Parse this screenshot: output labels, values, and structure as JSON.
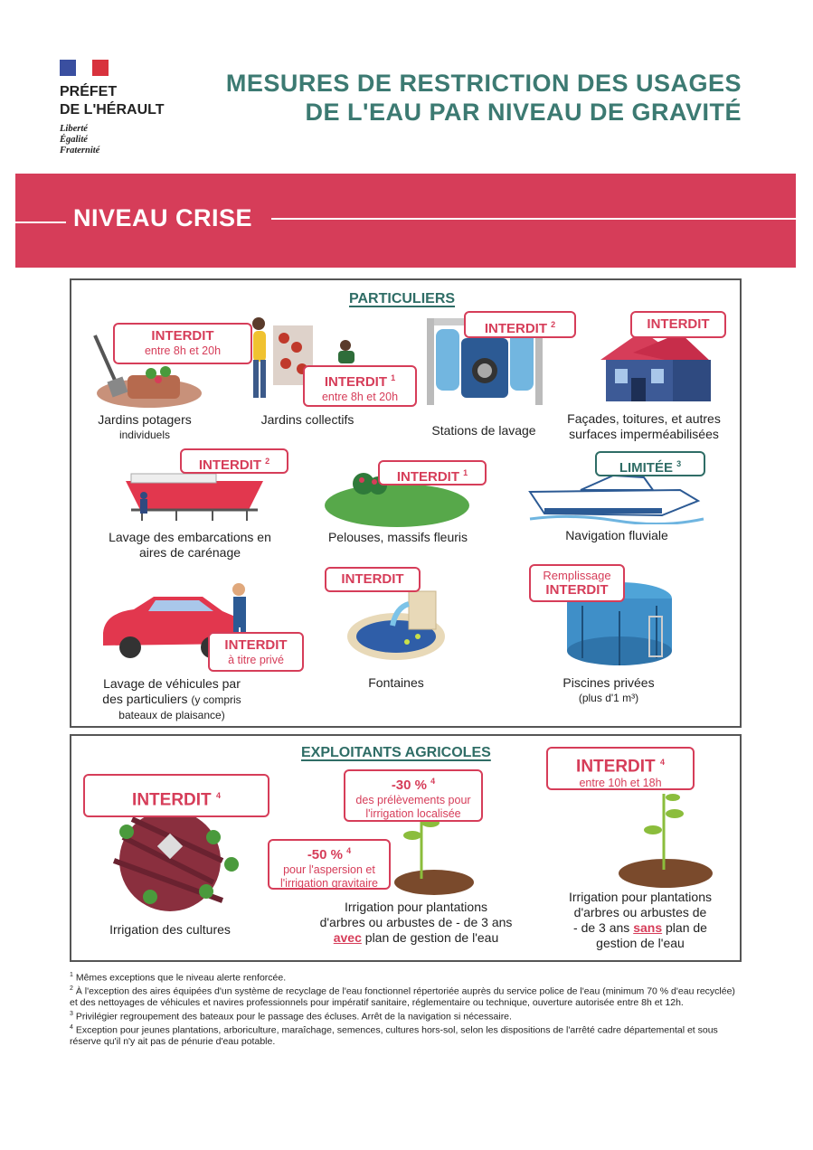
{
  "header": {
    "org_line1": "PRÉFET",
    "org_line2": "DE L'HÉRAULT",
    "motto1": "Liberté",
    "motto2": "Égalité",
    "motto3": "Fraternité",
    "title_line1": "MESURES DE RESTRICTION DES USAGES",
    "title_line2": "DE L'EAU PAR NIVEAU DE GRAVITÉ"
  },
  "banner": {
    "title": "NIVEAU CRISE"
  },
  "particuliers": {
    "title": "PARTICULIERS",
    "jardins_potagers": {
      "badge": "INTERDIT",
      "badge_sub": "entre 8h et 20h",
      "label1": "Jardins potagers",
      "label2": "individuels"
    },
    "jardins_collectifs": {
      "badge": "INTERDIT",
      "badge_sup": "1",
      "badge_sub": "entre 8h et 20h",
      "label": "Jardins collectifs"
    },
    "stations_lavage": {
      "badge": "INTERDIT",
      "badge_sup": "2",
      "label": "Stations de lavage"
    },
    "facades": {
      "badge": "INTERDIT",
      "label1": "Façades, toitures, et autres",
      "label2": "surfaces imperméabilisées"
    },
    "embarcations": {
      "badge": "INTERDIT",
      "badge_sup": "2",
      "label1": "Lavage des embarcations en",
      "label2": "aires de carénage"
    },
    "pelouses": {
      "badge": "INTERDIT",
      "badge_sup": "1",
      "label": "Pelouses, massifs fleuris"
    },
    "navigation": {
      "badge": "LIMITÉE",
      "badge_sup": "3",
      "label": "Navigation fluviale"
    },
    "vehicules": {
      "badge": "INTERDIT",
      "badge_sub": "à titre privé",
      "label1": "Lavage de véhicules par",
      "label2": "des particuliers",
      "label2_small": "(y compris",
      "label3": "bateaux de plaisance)"
    },
    "fontaines": {
      "badge": "INTERDIT",
      "label": "Fontaines"
    },
    "piscines": {
      "badge_top": "Remplissage",
      "badge": "INTERDIT",
      "label": "Piscines privées",
      "label_small": "(plus d'1 m³)"
    }
  },
  "agricoles": {
    "title": "EXPLOITANTS AGRICOLES",
    "cultures": {
      "badge": "INTERDIT",
      "badge_sup": "4",
      "label": "Irrigation des cultures"
    },
    "avec_plan": {
      "badge1_main": "-30 %",
      "badge1_sup": "4",
      "badge1_sub1": "des prélèvements pour",
      "badge1_sub2": "l'irrigation localisée",
      "badge2_main": "-50 %",
      "badge2_sup": "4",
      "badge2_sub1": "pour l'aspersion et",
      "badge2_sub2": "l'irrigation gravitaire",
      "label1": "Irrigation pour plantations",
      "label2": "d'arbres ou arbustes de - de 3 ans",
      "label3_em": "avec",
      "label3": " plan de gestion de l'eau"
    },
    "sans_plan": {
      "badge": "INTERDIT",
      "badge_sup": "4",
      "badge_sub": "entre 10h et 18h",
      "label1": "Irrigation pour plantations",
      "label2": "d'arbres ou arbustes de",
      "label3a": "- de 3 ans ",
      "label3_em": "sans",
      "label3b": " plan de",
      "label4": "gestion de l'eau"
    }
  },
  "footnotes": {
    "n1": "Mêmes exceptions que le niveau alerte renforcée.",
    "n2": "À l'exception des aires équipées d'un système de recyclage de l'eau fonctionnel répertoriée auprès du service police de l'eau (minimum 70 % d'eau recyclée) et des nettoyages de véhicules et navires professionnels pour impératif sanitaire, réglementaire ou technique, ouverture autorisée entre 8h et 12h.",
    "n3": "Privilégier regroupement des bateaux pour le passage des écluses. Arrêt de la navigation si nécessaire.",
    "n4": "Exception pour jeunes plantations, arboriculture, maraîchage, semences, cultures hors-sol, selon les dispositions de l'arrêté cadre départemental et sous réserve qu'il n'y ait pas de pénurie d'eau potable."
  },
  "colors": {
    "accent_red": "#d63d59",
    "title_teal": "#3c7a72",
    "flag_blue": "#3a4fa0"
  }
}
